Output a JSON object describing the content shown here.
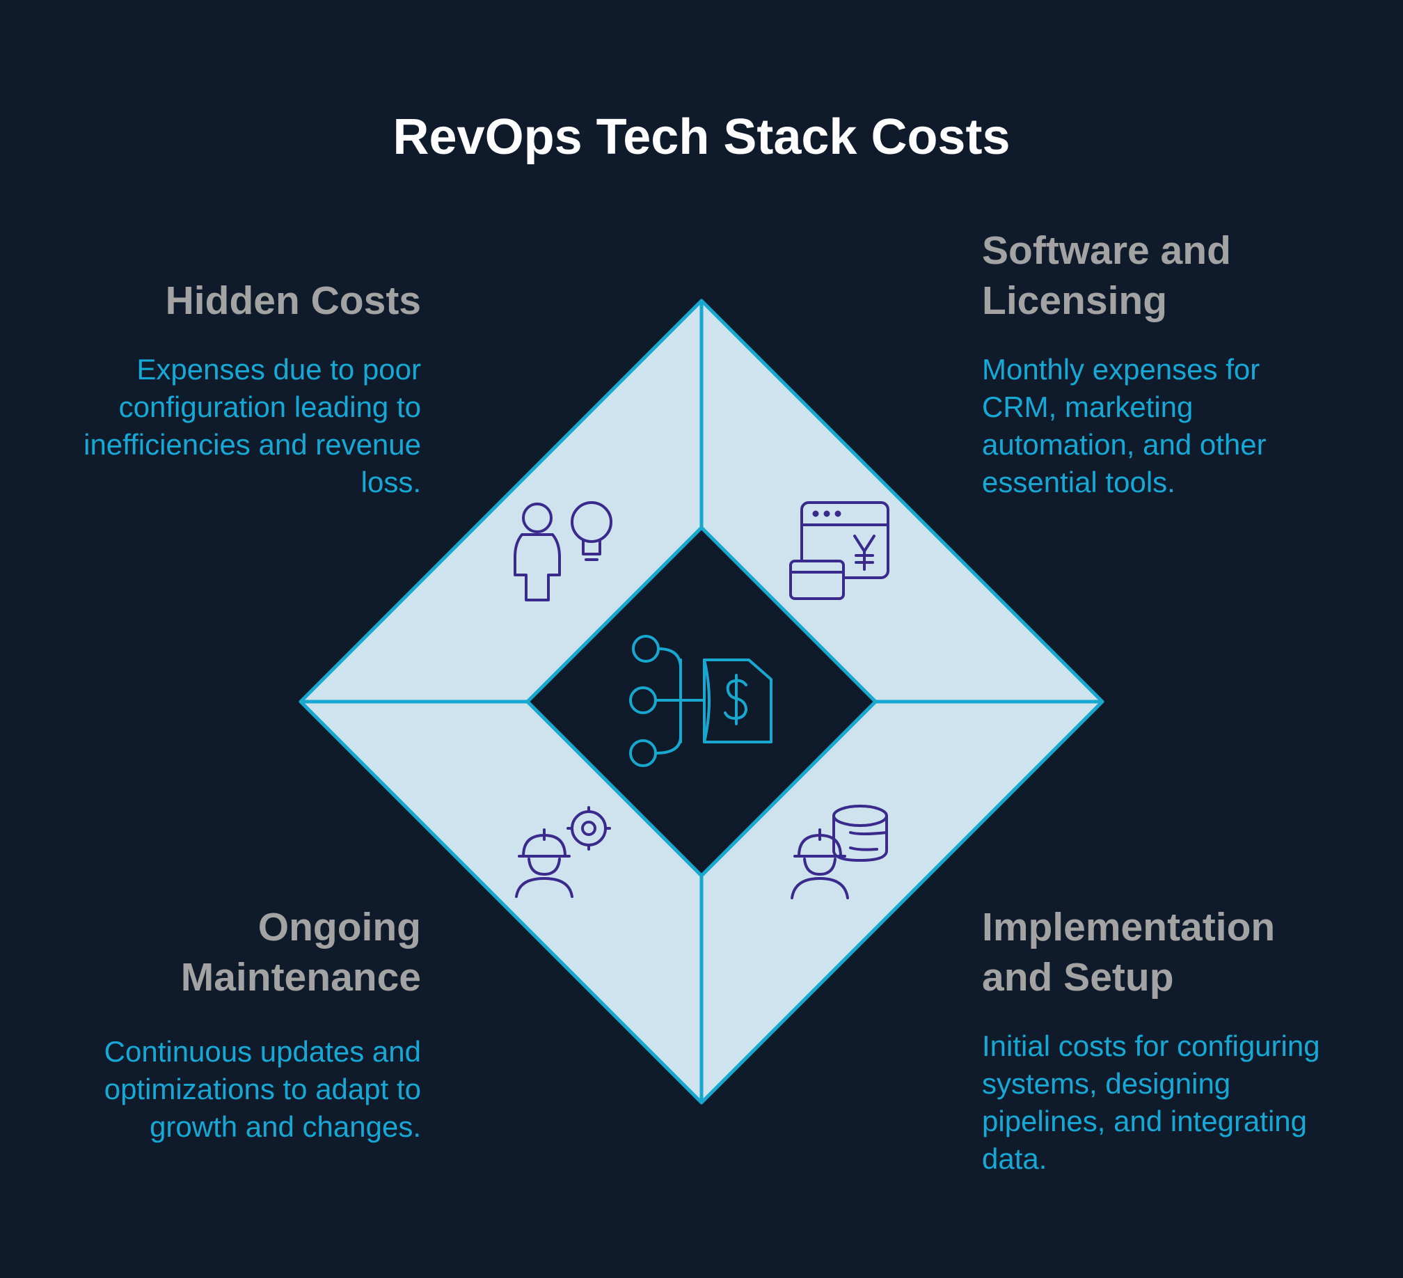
{
  "title": "RevOps Tech Stack Costs",
  "colors": {
    "background": "#0f1a2b",
    "panel_fill": "#cfe3ef",
    "outline": "#18a8cf",
    "icon_stroke": "#3a2a8c",
    "center_icon_stroke": "#18a8cf",
    "heading": "#a3a3a3",
    "description": "#16a9d6"
  },
  "sections": {
    "hidden_costs": {
      "heading": "Hidden Costs",
      "description": "Expenses due to poor configuration leading to inefficiencies and revenue loss.",
      "icon": "person-lightbulb-icon"
    },
    "software_licensing": {
      "heading": "Software and Licensing",
      "description": "Monthly expenses for CRM, marketing automation, and other essential tools.",
      "icon": "software-window-icon"
    },
    "ongoing_maintenance": {
      "heading": "Ongoing Maintenance",
      "description": "Continuous updates and optimizations to adapt to growth and changes.",
      "icon": "worker-gear-icon"
    },
    "implementation_setup": {
      "heading": "Implementation and Setup",
      "description": "Initial costs for configuring systems, designing pipelines, and integrating data.",
      "icon": "worker-database-icon"
    }
  },
  "center_icon": "cost-flow-icon"
}
